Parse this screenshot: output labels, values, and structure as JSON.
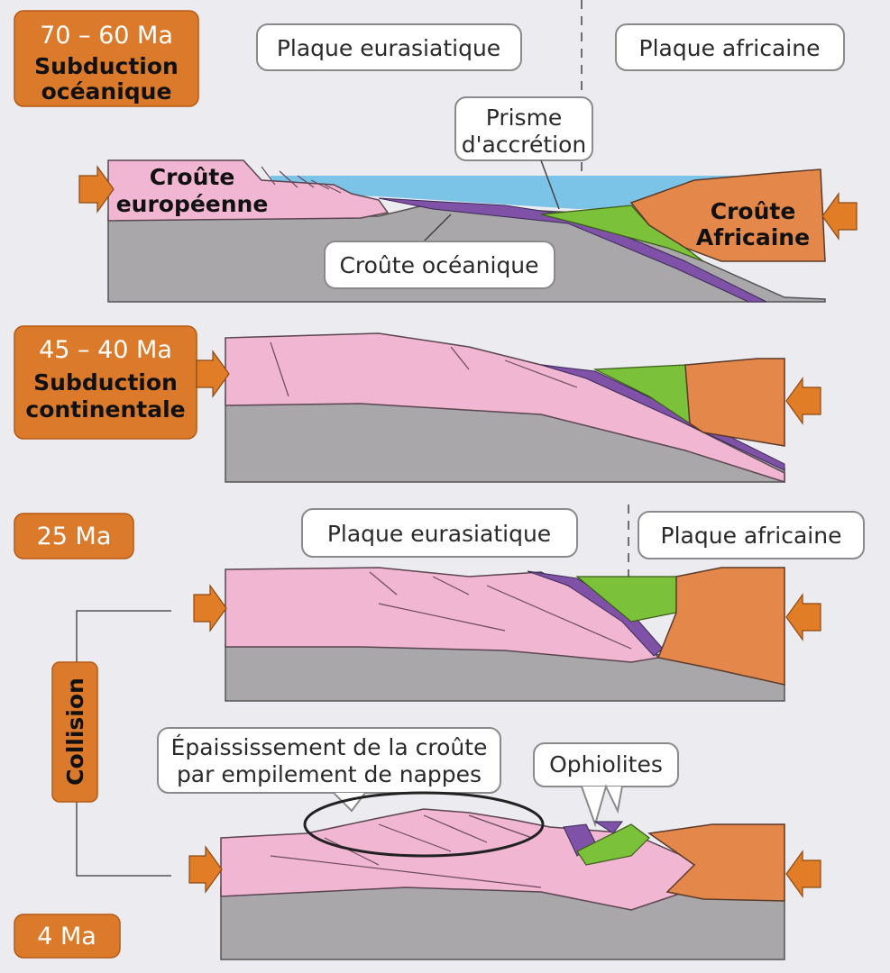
{
  "stages": [
    {
      "age": "70 – 60 Ma",
      "title_line1": "Subduction",
      "title_line2": "océanique"
    },
    {
      "age": "45 – 40 Ma",
      "title_line1": "Subduction",
      "title_line2": "continentale"
    },
    {
      "age": "25 Ma"
    },
    {
      "age": "4 Ma"
    }
  ],
  "plates": {
    "eurasian": "Plaque eurasiatique",
    "african": "Plaque africaine"
  },
  "labels": {
    "prism_line1": "Prisme",
    "prism_line2": "d'accrétion",
    "euro_crust_line1": "Croûte",
    "euro_crust_line2": "européenne",
    "african_crust_line1": "Croûte",
    "african_crust_line2": "Africaine",
    "oceanic_crust": "Croûte océanique",
    "collision": "Collision",
    "thickening_line1": "Épaississement de la croûte",
    "thickening_line2": "par empilement de nappes",
    "ophiolites": "Ophiolites"
  },
  "colors": {
    "stage_label": "#dc7a2c",
    "continental_crust_europe": "#f1b6d2",
    "continental_crust_africa": "#e4874a",
    "mantle": "#a9a7aa",
    "oceanic_crust": "#7f52a8",
    "accretion_prism": "#7cc13a",
    "ocean": "#7cc3e8"
  }
}
